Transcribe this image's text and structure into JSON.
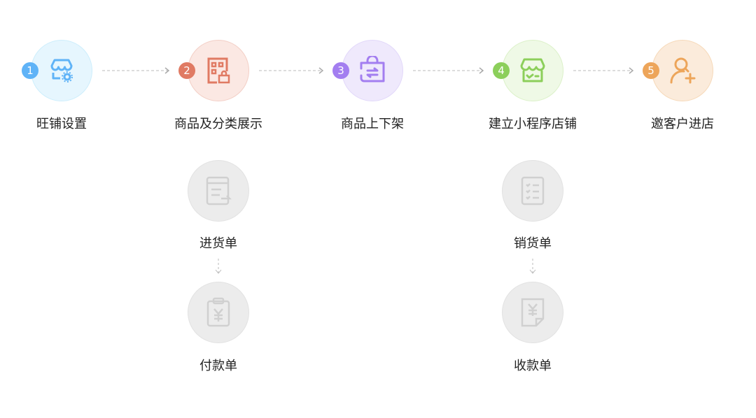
{
  "steps": [
    {
      "num": "1",
      "label": "旺铺设置",
      "color": "#5fb3f7",
      "bg": "#e6f6fe",
      "border": "#cdeefc",
      "icon": "store-settings-icon"
    },
    {
      "num": "2",
      "label": "商品及分类展示",
      "color": "#e07a63",
      "bg": "#fbe8e3",
      "border": "#f3cfc6",
      "icon": "product-category-icon"
    },
    {
      "num": "3",
      "label": "商品上下架",
      "color": "#a37ef0",
      "bg": "#efe9fc",
      "border": "#e2d8fa",
      "icon": "shelf-bag-icon"
    },
    {
      "num": "4",
      "label": "建立小程序店铺",
      "color": "#8ccf5b",
      "bg": "#eff9e6",
      "border": "#dcf1c9",
      "icon": "mini-program-store-icon"
    },
    {
      "num": "5",
      "label": "邀客户进店",
      "color": "#eda55a",
      "bg": "#fbebdb",
      "border": "#f6d9b9",
      "icon": "add-customer-icon"
    }
  ],
  "branches": {
    "purchase_order": "进货单",
    "payment_order": "付款单",
    "sales_order": "销货单",
    "receipt_order": "收款单"
  }
}
